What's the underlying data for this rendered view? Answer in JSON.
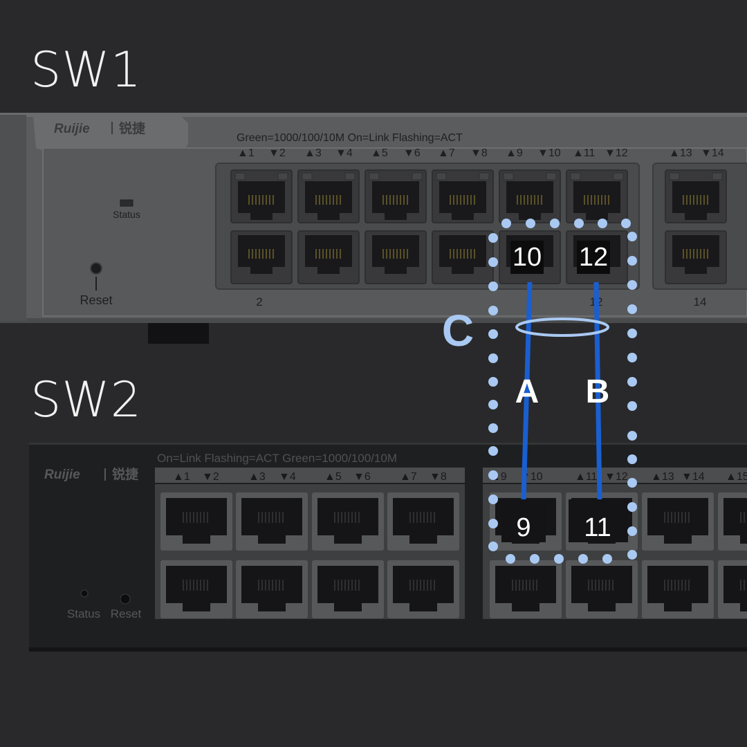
{
  "titles": {
    "sw1": "SW1",
    "sw2": "SW2"
  },
  "sw1": {
    "brand_latin": "Ruijie",
    "brand_cjk": "锐捷",
    "legend": "Green=1000/100/10M   On=Link   Flashing=ACT",
    "status_label": "Status",
    "reset_label": "Reset",
    "port_labels": [
      "▲1",
      "▼2",
      "▲3",
      "▼4",
      "▲5",
      "▼6",
      "▲7",
      "▼8",
      "▲9",
      "▼10",
      "▲11",
      "▼12",
      "▲13",
      "▼14"
    ],
    "bottom_labels": [
      "2",
      "12",
      "14"
    ]
  },
  "sw2": {
    "brand_latin": "Ruijie",
    "brand_cjk": "锐捷",
    "legend": "On=Link    Flashing=ACT    Green=1000/100/10M",
    "status_label": "Status",
    "reset_label": "Reset",
    "port_labels": [
      "▲1",
      "▼2",
      "▲3",
      "▼4",
      "▲5",
      "▼6",
      "▲7",
      "▼8",
      "▲9",
      "▼10",
      "▲11",
      "▼12",
      "▲13",
      "▼14",
      "▲15"
    ]
  },
  "highlight": {
    "sw1_ports": [
      "10",
      "12"
    ],
    "sw2_ports": [
      "9",
      "11"
    ],
    "link_a": "A",
    "link_b": "B",
    "aggregate": "C"
  },
  "colors": {
    "background": "#29292b",
    "link": "#1a5fd0",
    "highlight_dots": "#a9c9f2",
    "aggregate_label": "#a9c9f2"
  }
}
